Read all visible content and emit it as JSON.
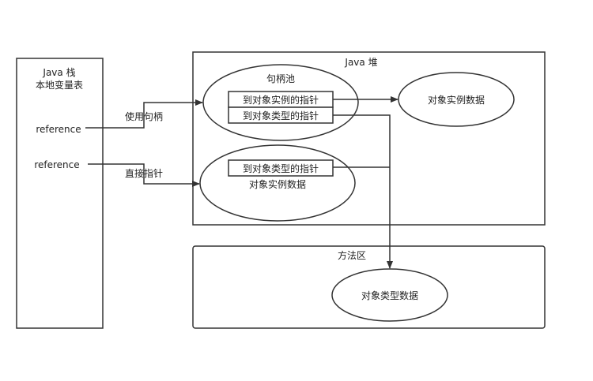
{
  "stack": {
    "title_line1": "Java 栈",
    "title_line2": "本地变量表",
    "ref1": "reference",
    "ref2": "reference"
  },
  "arrows": {
    "handle_label": "使用句柄",
    "direct_label": "直接指针"
  },
  "heap": {
    "title": "Java 堆",
    "handle_pool": {
      "title": "句柄池",
      "row1": "到对象实例的指针",
      "row2": "到对象类型的指针"
    },
    "instance_right": "对象实例数据",
    "direct_object": {
      "row": "到对象类型的指针",
      "label": "对象实例数据"
    }
  },
  "method_area": {
    "title": "方法区",
    "type_data": "对象类型数据"
  },
  "colors": {
    "stroke": "#333333",
    "text": "#222222",
    "background": "#ffffff"
  }
}
